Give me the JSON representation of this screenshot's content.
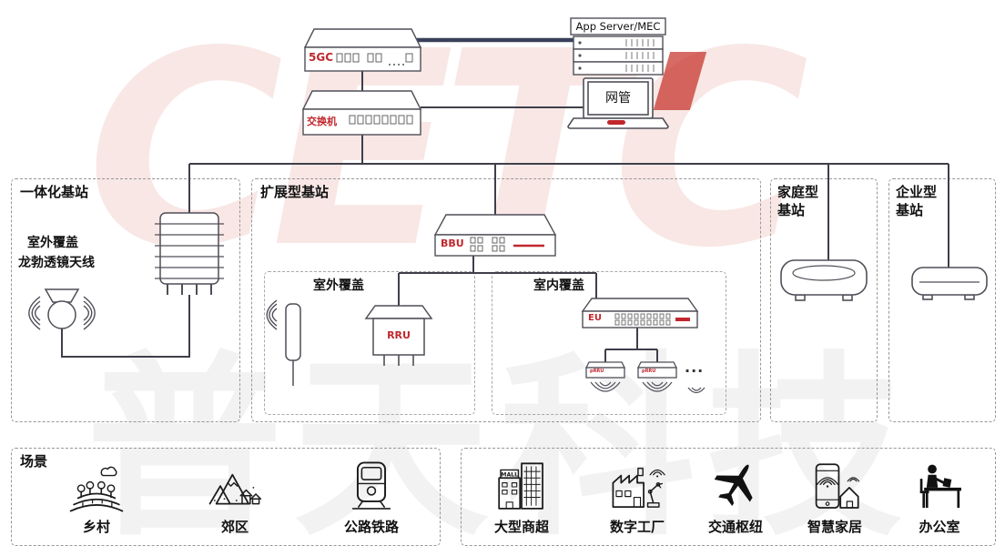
{
  "watermark": {
    "logo_text": "CETC",
    "company_text": "普天科技"
  },
  "core_network": {
    "core_label": "5GC",
    "app_server_label": "App Server/MEC",
    "switch_label": "交换机",
    "nms_label": "网管"
  },
  "stations": {
    "integrated": {
      "title": "一体化基站",
      "coverage_line1": "室外覆盖",
      "coverage_line2": "龙勃透镜天线"
    },
    "extended": {
      "title": "扩展型基站",
      "bbu_label": "BBU",
      "outdoor": {
        "title": "室外覆盖",
        "rru_label": "RRU"
      },
      "indoor": {
        "title": "室内覆盖",
        "eu_label": "EU",
        "prru_label": "pRRU",
        "ellipsis": "..."
      }
    },
    "home": {
      "title_line1": "家庭型",
      "title_line2": "基站"
    },
    "enterprise": {
      "title_line1": "企业型",
      "title_line2": "基站"
    }
  },
  "scenes": {
    "title": "场景",
    "left_items": [
      {
        "label": "乡村"
      },
      {
        "label": "郊区"
      },
      {
        "label": "公路铁路"
      }
    ],
    "right_items": [
      {
        "label": "大型商超",
        "sign": "MALL"
      },
      {
        "label": "数字工厂"
      },
      {
        "label": "交通枢纽"
      },
      {
        "label": "智慧家居"
      },
      {
        "label": "办公室"
      }
    ]
  },
  "colors": {
    "accent_red": "#c1272d",
    "line": "#3f3f4a",
    "box_border": "#979797"
  }
}
